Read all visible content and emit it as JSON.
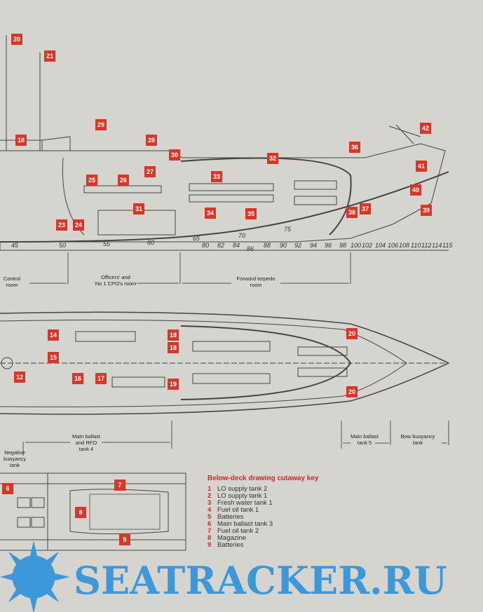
{
  "profile_badges": [
    "20",
    "21",
    "18",
    "29",
    "28",
    "30",
    "32",
    "36",
    "42",
    "41",
    "40",
    "39",
    "27",
    "25",
    "26",
    "33",
    "31",
    "34",
    "35",
    "38",
    "37",
    "23",
    "24"
  ],
  "plan_badges": [
    "14",
    "18",
    "18",
    "20",
    "15",
    "12",
    "16",
    "17",
    "19",
    "20"
  ],
  "lower_badges": [
    "6",
    "7",
    "8",
    "9"
  ],
  "frames": [
    "45",
    "50",
    "55",
    "60",
    "65",
    "70",
    "75",
    "80",
    "82",
    "84",
    "86",
    "88",
    "90",
    "92",
    "94",
    "96",
    "98",
    "100",
    "102",
    "104",
    "106",
    "108",
    "110",
    "112",
    "114",
    "115"
  ],
  "rooms": {
    "control": "Control\nroom",
    "officers": "Officers' and\nNo 1 CPO's room",
    "torpedo": "Forward torpedo\nroom",
    "negative": "Negative\nbuoyancy\ntank",
    "ballast4": "Main ballast\nand RFO\ntank 4",
    "ballast5": "Main ballast\ntank 5",
    "bow": "Bow buoyancy\ntank"
  },
  "key": {
    "title": "Below-deck drawing cutaway key",
    "items": [
      {
        "n": "1",
        "label": "LO supply tank 2"
      },
      {
        "n": "2",
        "label": "LO supply tank 1"
      },
      {
        "n": "3",
        "label": "Fresh water tank 1"
      },
      {
        "n": "4",
        "label": "Fuel oil tank 1"
      },
      {
        "n": "5",
        "label": "Batteries"
      },
      {
        "n": "6",
        "label": "Main ballast tank 3"
      },
      {
        "n": "7",
        "label": "Fuel oil tank 2"
      },
      {
        "n": "8",
        "label": "Magazine"
      },
      {
        "n": "9",
        "label": "Batteries"
      }
    ]
  },
  "watermark": "SEATRACKER.RU",
  "colors": {
    "badge": "#d9362a",
    "background": "#d6d4cf",
    "watermark": "#3c98d8"
  }
}
